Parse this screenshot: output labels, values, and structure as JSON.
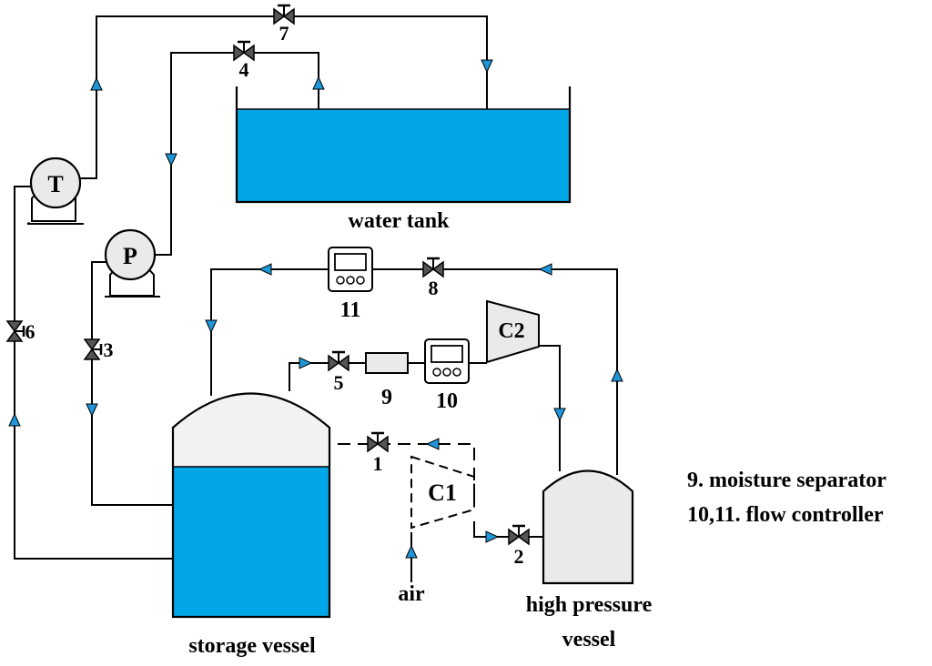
{
  "colors": {
    "water": "#00A6E6",
    "arrow": "#1E96D8",
    "device_fill": "#EAEAEA",
    "line": "#000000"
  },
  "labels": {
    "water_tank": "water tank",
    "storage_vessel": "storage vessel",
    "high_pressure_line1": "high pressure",
    "high_pressure_line2": "vessel",
    "air": "air"
  },
  "pumps": {
    "t": "T",
    "p": "P"
  },
  "compressors": {
    "c1": "C1",
    "c2": "C2"
  },
  "valves": {
    "v1": "1",
    "v2": "2",
    "v3": "3",
    "v4": "4",
    "v5": "5",
    "v6": "6",
    "v7": "7",
    "v8": "8"
  },
  "devices": {
    "separator": "9",
    "controller10": "10",
    "controller11": "11"
  },
  "legend": [
    "9. moisture separator",
    "10,11. flow controller"
  ]
}
